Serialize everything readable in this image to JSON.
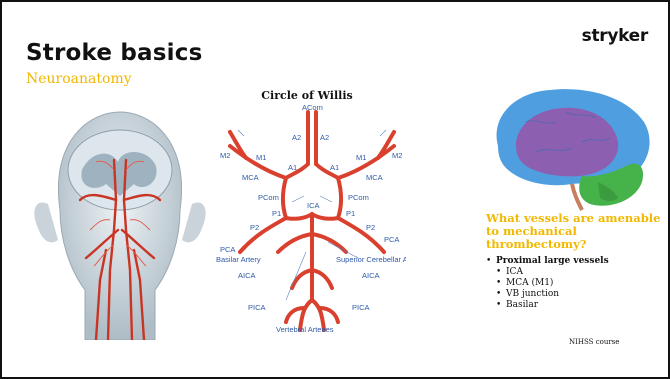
{
  "slide": {
    "title": "Stroke basics",
    "subtitle": "Neuroanatomy",
    "logo": "stryker",
    "footer": "NIHSS course"
  },
  "diagram": {
    "title": "Circle of Willis",
    "labels": {
      "acom": "ACom",
      "a2_left": "A2",
      "a2_right": "A2",
      "m2_left": "M2",
      "m2_right": "M2",
      "m1_left": "M1",
      "m1_right": "M1",
      "mca_left": "MCA",
      "mca_right": "MCA",
      "a1_left": "A1",
      "a1_right": "A1",
      "pcom_left": "PCom",
      "pcom_right": "PCom",
      "ica": "ICA",
      "p1_left": "P1",
      "p1_right": "P1",
      "p2_left": "P2",
      "p2_right": "P2",
      "pca_left": "PCA",
      "pca_right": "PCA",
      "basilar": "Basilar Artery",
      "sca": "Superior Cerebellar Arteries",
      "aica_left": "AICA",
      "aica_right": "AICA",
      "pica_left": "PICA",
      "pica_right": "PICA",
      "vertebral": "Vertebral Arteries"
    }
  },
  "sidebar": {
    "question": "What vessels are amenable to mechanical thrombectomy?",
    "bullet": "Proximal large vessels",
    "items": [
      "ICA",
      "MCA (M1)",
      "VB junction",
      "Basilar"
    ]
  },
  "colors": {
    "accent": "#f1b800",
    "artery": "#d9412e",
    "label_blue": "#2f5aa8",
    "brain_blue": "#4f9fe0",
    "brain_purple": "#8c5fb0",
    "brain_green": "#46b34a"
  }
}
